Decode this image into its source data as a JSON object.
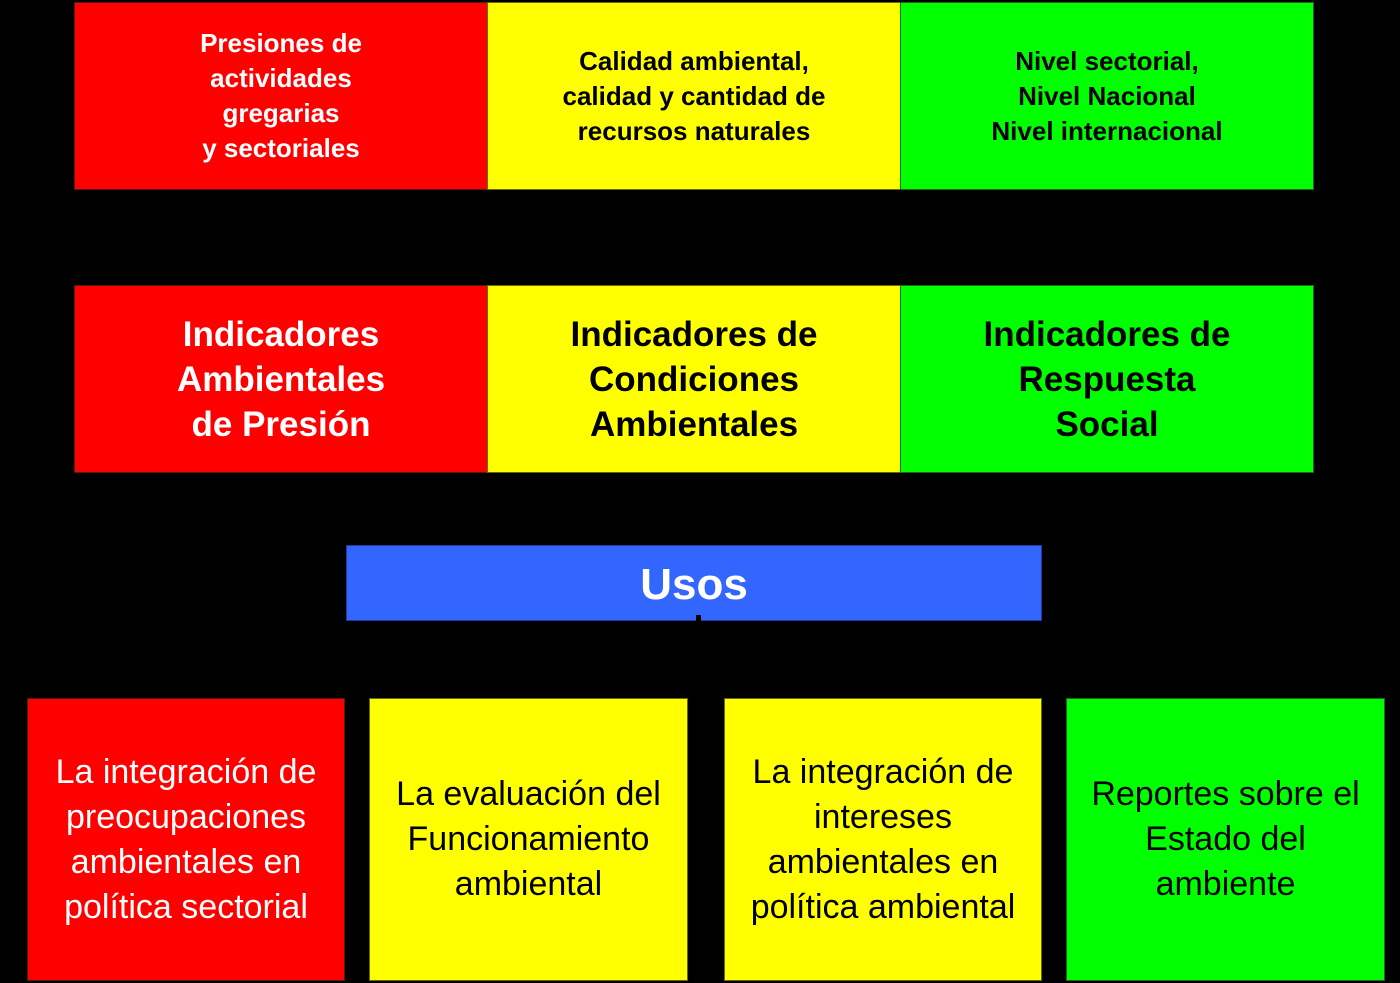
{
  "colors": {
    "background": "#000000",
    "pressure_red": "#FF0000",
    "condition_yellow": "#FFFF00",
    "response_green": "#00FF00",
    "usos_blue": "#3366FF"
  },
  "scope_row": [
    {
      "text": "Presiones de\nactividades\n gregarias\ny sectoriales",
      "color": "red"
    },
    {
      "text": "Calidad ambiental,\ncalidad y cantidad de\nrecursos naturales",
      "color": "yellow"
    },
    {
      "text": "Nivel sectorial,\nNivel Nacional\nNivel internacional",
      "color": "green"
    }
  ],
  "indicator_row": [
    {
      "text": "Indicadores\n Ambientales\nde Presión",
      "color": "red"
    },
    {
      "text": "Indicadores de\nCondiciones\nAmbientales",
      "color": "yellow"
    },
    {
      "text": "Indicadores de\nRespuesta\nSocial",
      "color": "green"
    }
  ],
  "usos": {
    "label": "Usos"
  },
  "uses_row": [
    {
      "text": "La integración de\npreocupaciones\nambientales en \npolítica sectorial",
      "color": "red"
    },
    {
      "text": "La evaluación del\nFuncionamiento\nambiental",
      "color": "yellow"
    },
    {
      "text": "La integración de\nintereses\nambientales en \npolítica ambiental",
      "color": "yellow"
    },
    {
      "text": "Reportes sobre el\nEstado del\nambiente",
      "color": "green"
    }
  ]
}
